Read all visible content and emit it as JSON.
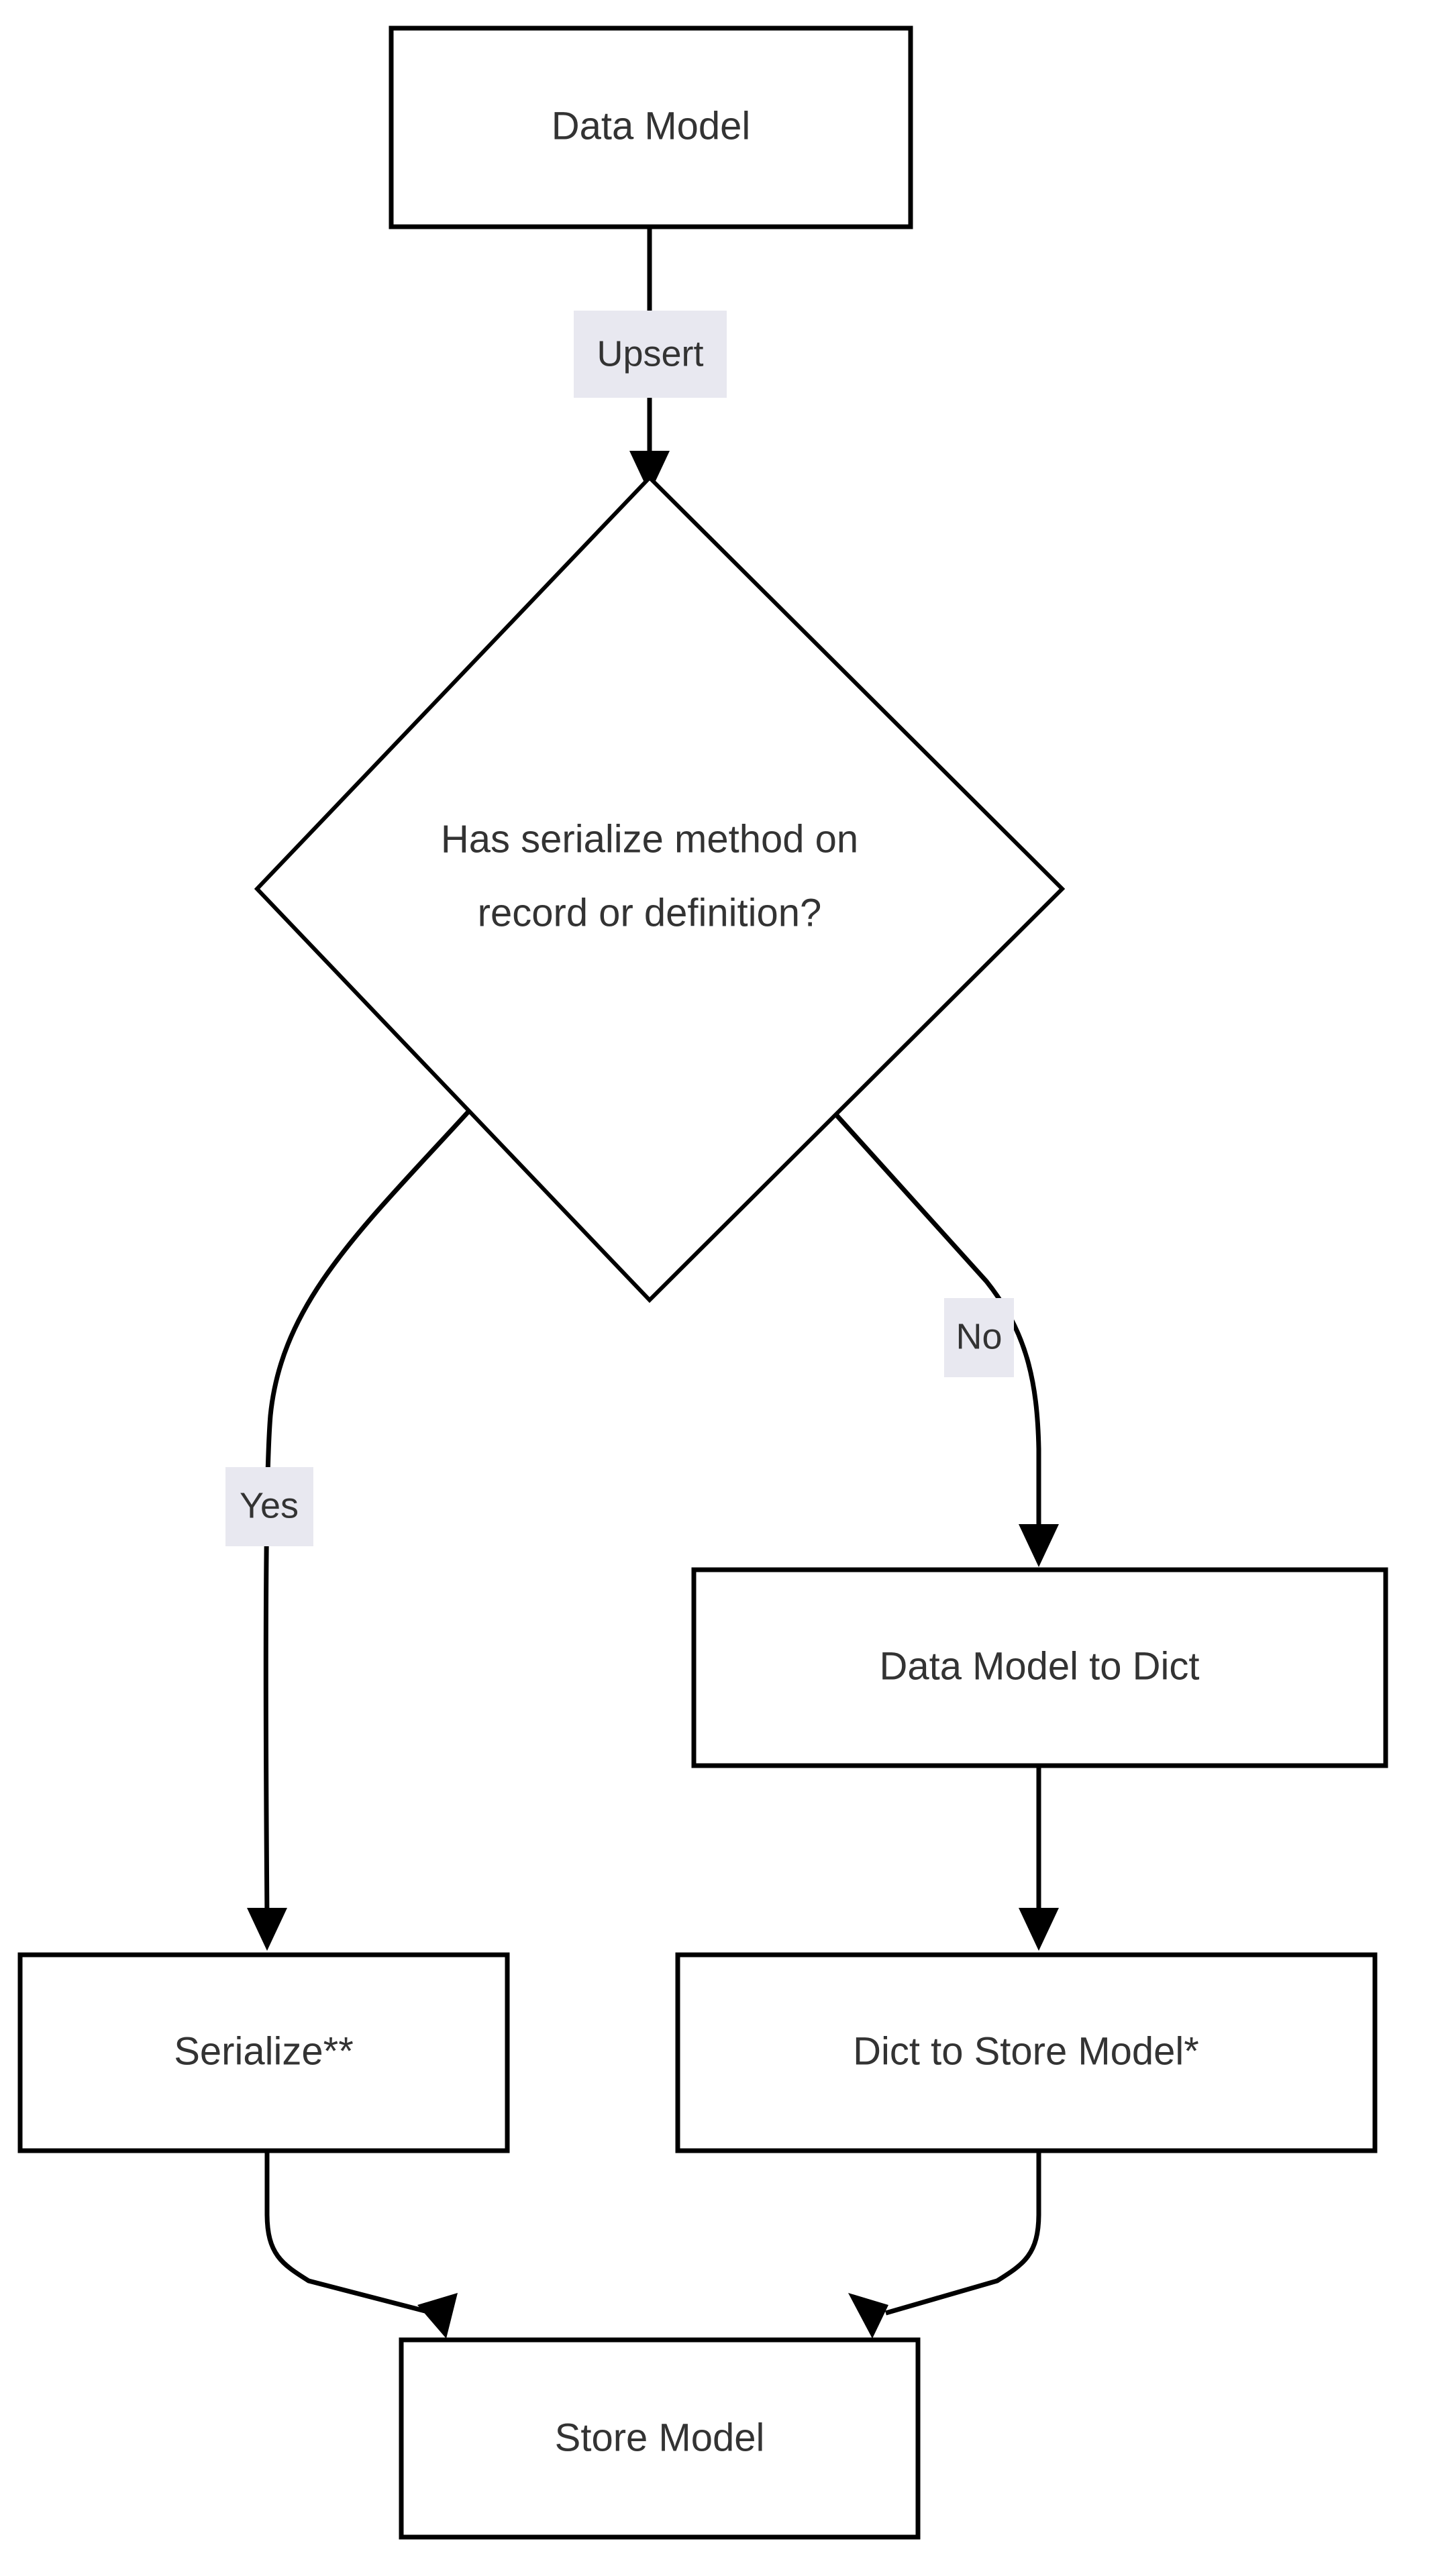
{
  "diagram": {
    "type": "flowchart",
    "orientation": "top-to-bottom",
    "background_color": "#ffffff",
    "node_fill": "#ffffff",
    "node_stroke": "#000000",
    "text_color": "#333333",
    "edge_label_background": "#e8e8f0",
    "nodes": [
      {
        "id": "data_model",
        "label": "Data Model",
        "shape": "rectangle"
      },
      {
        "id": "decision",
        "label_line1": "Has serialize method on",
        "label_line2": "record or definition?",
        "shape": "diamond"
      },
      {
        "id": "data_model_to_dict",
        "label": "Data Model to Dict",
        "shape": "rectangle"
      },
      {
        "id": "serialize",
        "label": "Serialize**",
        "shape": "rectangle"
      },
      {
        "id": "dict_to_store",
        "label": "Dict to Store Model*",
        "shape": "rectangle"
      },
      {
        "id": "store_model",
        "label": "Store Model",
        "shape": "rectangle"
      }
    ],
    "edges": [
      {
        "from": "data_model",
        "to": "decision",
        "label": "Upsert"
      },
      {
        "from": "decision",
        "to": "serialize",
        "label": "Yes"
      },
      {
        "from": "decision",
        "to": "data_model_to_dict",
        "label": "No"
      },
      {
        "from": "data_model_to_dict",
        "to": "dict_to_store",
        "label": ""
      },
      {
        "from": "serialize",
        "to": "store_model",
        "label": ""
      },
      {
        "from": "dict_to_store",
        "to": "store_model",
        "label": ""
      }
    ]
  },
  "labels": {
    "data_model": "Data Model",
    "upsert": "Upsert",
    "decision_line1": "Has serialize method on",
    "decision_line2": "record or definition?",
    "yes": "Yes",
    "no": "No",
    "data_model_to_dict": "Data Model to Dict",
    "serialize": "Serialize**",
    "dict_to_store_model": "Dict to Store Model*",
    "store_model": "Store Model"
  }
}
